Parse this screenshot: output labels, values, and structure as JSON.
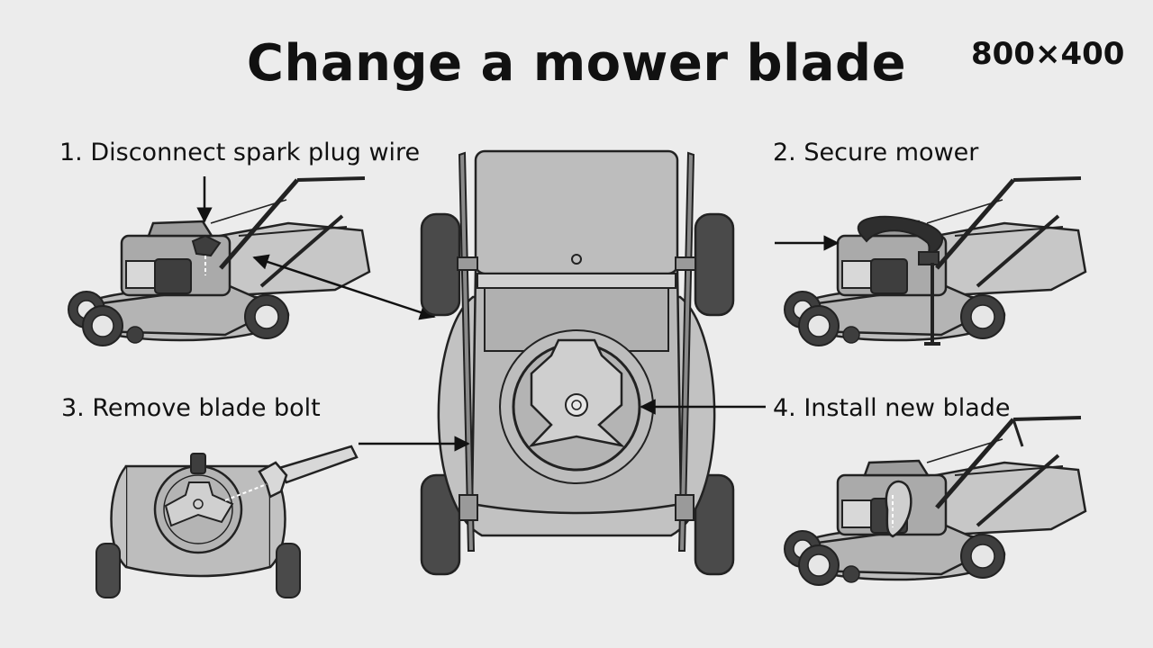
{
  "title": "Change a mower blade",
  "dimension_label": "800×400",
  "steps": [
    {
      "number": "1",
      "label": "1. Disconnect spark plug wire",
      "icon": "mower-side-view-icon"
    },
    {
      "number": "2",
      "label": "2. Secure mower",
      "icon": "mower-with-clamp-icon"
    },
    {
      "number": "3",
      "label": "3. Remove blade bolt",
      "icon": "deck-underside-wrench-icon"
    },
    {
      "number": "4",
      "label": "4. Install new blade",
      "icon": "mower-new-blade-icon"
    }
  ],
  "center_figure": "mower-top-view-icon",
  "colors": {
    "background": "#ececec",
    "body": "#b8b8b8",
    "dark": "#4a4a4a",
    "ink": "#111111"
  }
}
